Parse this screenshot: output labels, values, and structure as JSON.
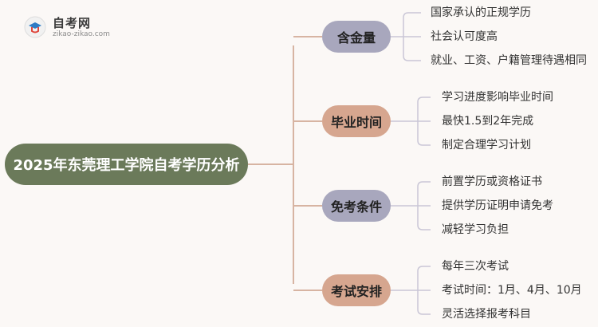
{
  "logo": {
    "name": "自考网",
    "url": "zikao-zikao.com"
  },
  "root": {
    "label": "2025年东莞理工学院自考学历分析"
  },
  "branches": [
    {
      "label": "含金量",
      "color": "#a8a7bd",
      "leaves": [
        "国家承认的正规学历",
        "社会认可度高",
        "就业、工资、户籍管理待遇相同"
      ]
    },
    {
      "label": "毕业时间",
      "color": "#d6a68f",
      "leaves": [
        "学习进度影响毕业时间",
        "最快1.5到2年完成",
        "制定合理学习计划"
      ]
    },
    {
      "label": "免考条件",
      "color": "#a8a7bd",
      "leaves": [
        "前置学历或资格证书",
        "提供学历证明申请免考",
        "减轻学习负担"
      ]
    },
    {
      "label": "考试安排",
      "color": "#d6a68f",
      "leaves": [
        "每年三次考试",
        "考试时间：1月、4月、10月",
        "灵活选择报考科目"
      ]
    }
  ]
}
